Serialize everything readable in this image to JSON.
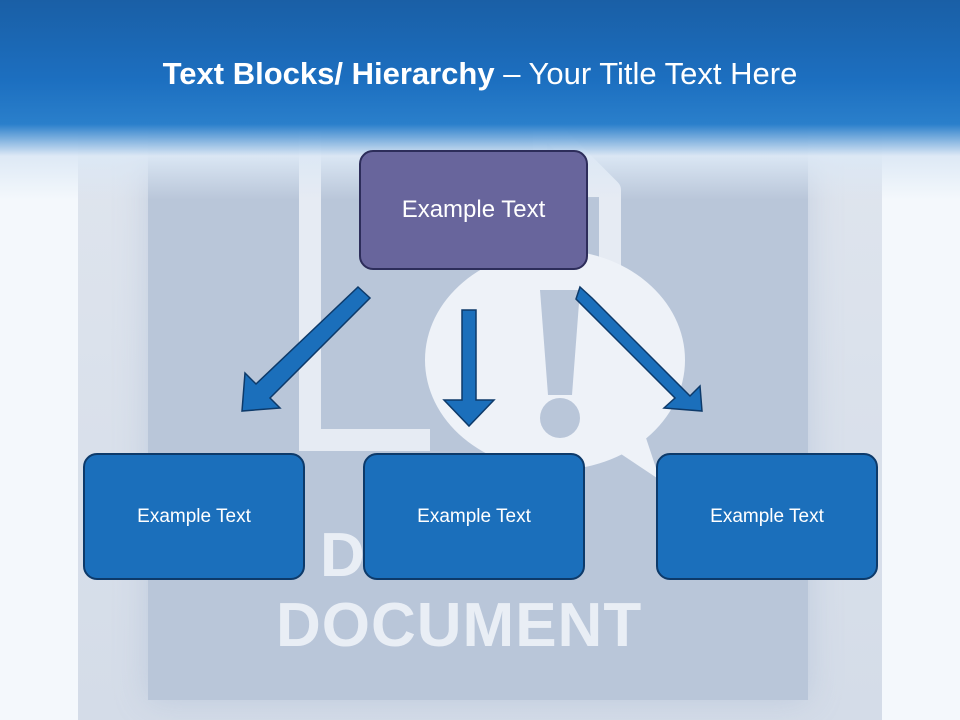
{
  "slide": {
    "title_bold": "Text Blocks/ Hierarchy",
    "title_rest": " – Your Title Text Here"
  },
  "background": {
    "watermark_line1": "D      S",
    "watermark_line2": "DOCUMENT"
  },
  "hierarchy": {
    "root": {
      "label": "Example Text",
      "color": "#68659c"
    },
    "children": [
      {
        "label": "Example Text",
        "color": "#1b6fbb"
      },
      {
        "label": "Example Text",
        "color": "#1b6fbb"
      },
      {
        "label": "Example Text",
        "color": "#1b6fbb"
      }
    ],
    "arrow_color": "#1b6fbb",
    "header_color": "#1c6fc0"
  }
}
